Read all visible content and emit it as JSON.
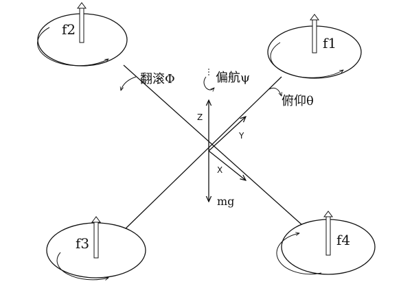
{
  "rotors": {
    "f1": "f1",
    "f2": "f2",
    "f3": "f3",
    "f4": "f4"
  },
  "angles": {
    "roll": "翻滚Φ",
    "yaw": "偏航ψ",
    "pitch": "俯仰θ"
  },
  "axes": {
    "z": "Z",
    "y": "Y",
    "x": "X",
    "gravity": "mg"
  },
  "icons": {
    "thrust": "up-arrow-icon",
    "spin": "curved-arrow-icon"
  }
}
